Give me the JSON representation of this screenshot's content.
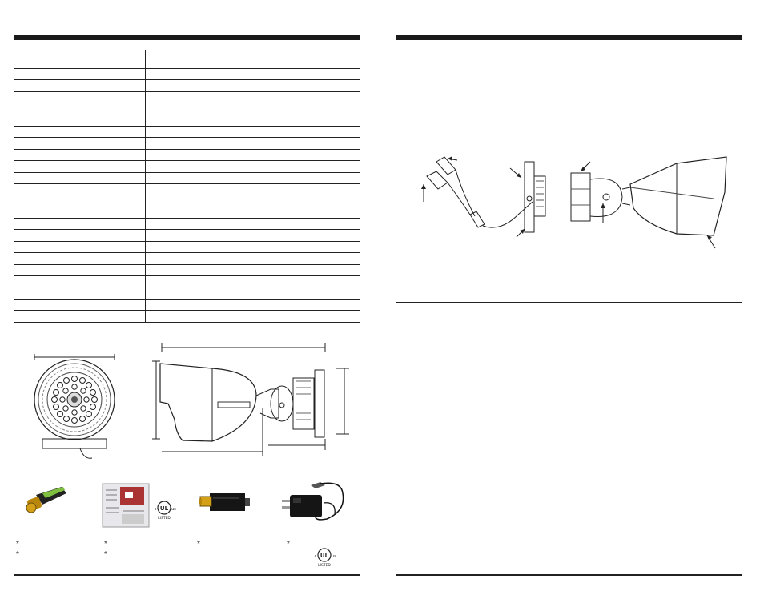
{
  "spec_table": {
    "rows": 23
  },
  "accessories": [
    {
      "name": "bnc-adapter",
      "bullets": [
        "",
        ""
      ]
    },
    {
      "name": "manual-package",
      "bullets": [
        "",
        ""
      ],
      "mark": "c UL us LISTED"
    },
    {
      "name": "video-balun",
      "bullets": [
        ""
      ]
    },
    {
      "name": "power-adapter",
      "bullets": [
        ""
      ],
      "mark": "c UL us LISTED"
    }
  ],
  "ul_mark": {
    "left": "c",
    "center": "UL",
    "right": "us",
    "sub": "LISTED"
  }
}
